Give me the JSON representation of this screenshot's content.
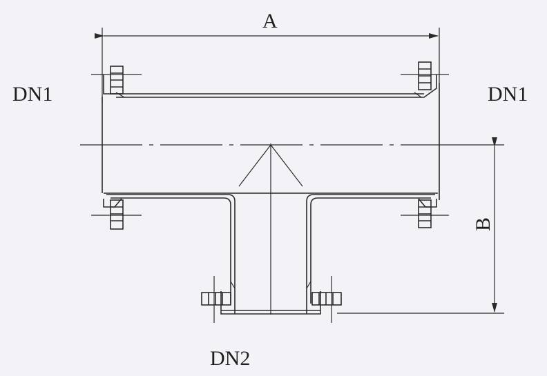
{
  "labels": {
    "dim_a": "A",
    "dim_b": "B",
    "run_left": "DN1",
    "run_right": "DN1",
    "branch": "DN2"
  },
  "colors": {
    "line": "#2a2a2a",
    "background": "#f3f2f6"
  }
}
